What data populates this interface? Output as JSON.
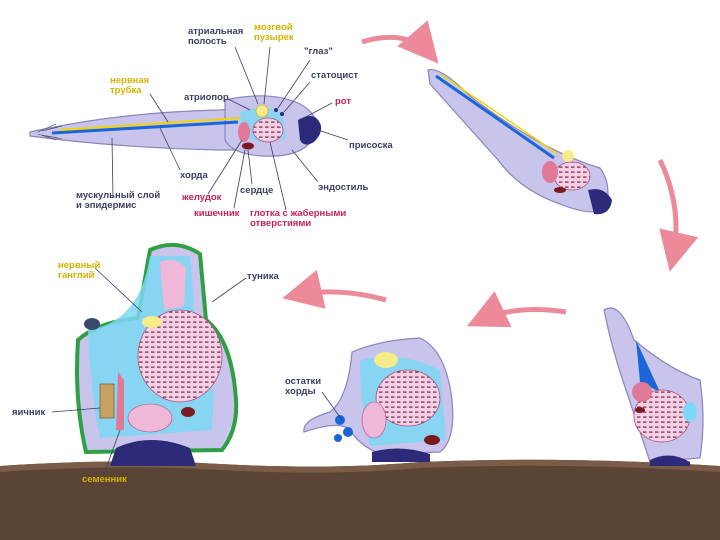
{
  "colors": {
    "body_fill": "#c8c4ec",
    "body_outline": "#8a86b8",
    "chord": "#1a66d9",
    "nerve": "#f2d400",
    "sucker": "#2e2a7a",
    "pharynx": "#f0b8d8",
    "stomach": "#e07898",
    "heart": "#7a1a20",
    "atrial": "#7cd8f4",
    "tunic": "#2ea043",
    "ground": "#5b4436",
    "arrow": "#ec8a9a",
    "label_dark": "#3a3f63",
    "label_yellow": "#d4b300",
    "label_red": "#cc1f5a"
  },
  "labels": {
    "atrial_cavity": "атриальная\nполость",
    "brain_vesicle": "мозгвой\nпузырек",
    "eye": "\"глаз\"",
    "statocyst": "статоцист",
    "nerve_tube": "нервная\nтрубка",
    "atriopore": "атриопор",
    "mouth": "рот",
    "sucker": "присоска",
    "chord": "хорда",
    "muscle_layer": "мускульный слой\nи эпидермис",
    "stomach": "желудок",
    "heart": "сердце",
    "endostyle": "эндостиль",
    "intestine": "кишечник",
    "pharynx": "глотка с жаберными\nотверстиями",
    "nerve_ganglion": "нервный\nганглий",
    "tunic": "туника",
    "chord_remnants": "остатки\nхорды",
    "ovary": "яичник",
    "testis": "семенник"
  }
}
